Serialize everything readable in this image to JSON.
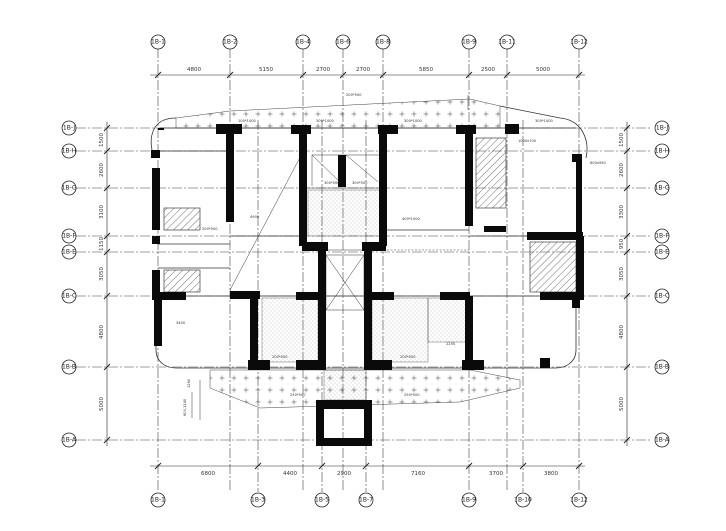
{
  "drawing": {
    "top_axes": [
      "1B-1",
      "1B-2",
      "1B-4",
      "1B-6",
      "1B-8",
      "1B-9",
      "1B-11",
      "1B-12"
    ],
    "bottom_axes": [
      "1B-1",
      "1B-3",
      "1B-5",
      "1B-7",
      "1B-9",
      "1B-10",
      "1B-12"
    ],
    "left_axes": [
      "1B-J",
      "1B-H",
      "1B-G",
      "1B-F",
      "1B-E",
      "1B-C",
      "1B-B",
      "1B-A"
    ],
    "right_axes": [
      "1B-J",
      "1B-H",
      "1B-G",
      "1B-F",
      "1B-E",
      "1B-C",
      "1B-B",
      "1B-A"
    ],
    "top_dims": [
      "4800",
      "5150",
      "2700",
      "2700",
      "5850",
      "2500",
      "5000"
    ],
    "bottom_dims": [
      "6800",
      "4400",
      "2900",
      "7160",
      "3700",
      "3800"
    ],
    "left_dims": [
      "1500",
      "2600",
      "3100",
      "1150",
      "3050",
      "4800",
      "5000"
    ],
    "right_dims": [
      "1500",
      "2600",
      "3300",
      "950",
      "3050",
      "4800",
      "5000"
    ],
    "misc_labels": [
      "200*500",
      "1000x700",
      "600x950",
      "3400",
      "2250",
      "1260",
      "600,1140"
    ]
  }
}
